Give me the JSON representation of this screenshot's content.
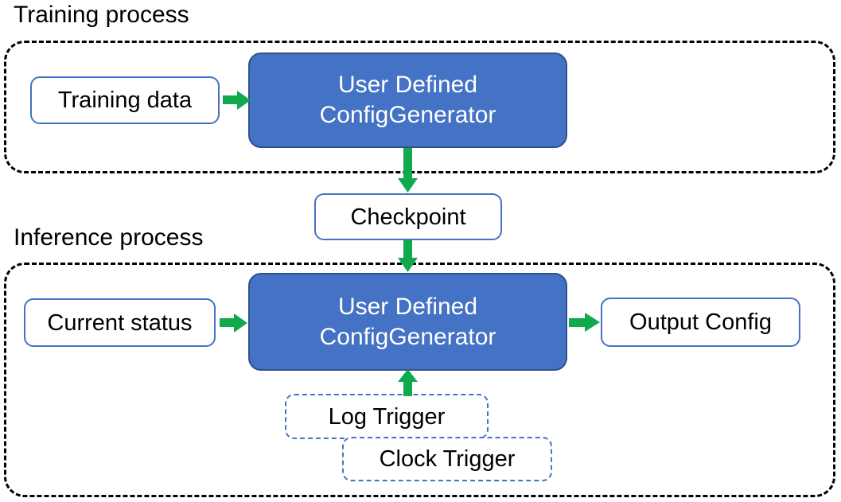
{
  "diagram": {
    "title_training": "Training process",
    "title_inference": "Inference process",
    "accent_blue": "#4472C4",
    "accent_blue_dark": "#2F528F",
    "accent_green": "#10A94E",
    "container_border": "#000000",
    "background": "#FFFFFF"
  },
  "training": {
    "label": "Training process",
    "input": {
      "label": "Training data"
    },
    "processor": {
      "line1": "User Defined",
      "line2": "ConfigGenerator"
    }
  },
  "checkpoint": {
    "label": "Checkpoint"
  },
  "inference": {
    "label": "Inference process",
    "input": {
      "label": "Current status"
    },
    "processor": {
      "line1": "User Defined",
      "line2": "ConfigGenerator"
    },
    "output": {
      "label": "Output Config"
    },
    "triggers": [
      {
        "label": "Log Trigger"
      },
      {
        "label": "Clock Trigger"
      }
    ]
  },
  "edges": [
    {
      "name": "training-data-to-generator",
      "direction": "right"
    },
    {
      "name": "training-generator-to-checkpoint",
      "direction": "down"
    },
    {
      "name": "checkpoint-to-inference-generator",
      "direction": "down"
    },
    {
      "name": "current-status-to-generator",
      "direction": "right"
    },
    {
      "name": "generator-to-output-config",
      "direction": "right"
    },
    {
      "name": "triggers-to-generator",
      "direction": "up"
    }
  ]
}
